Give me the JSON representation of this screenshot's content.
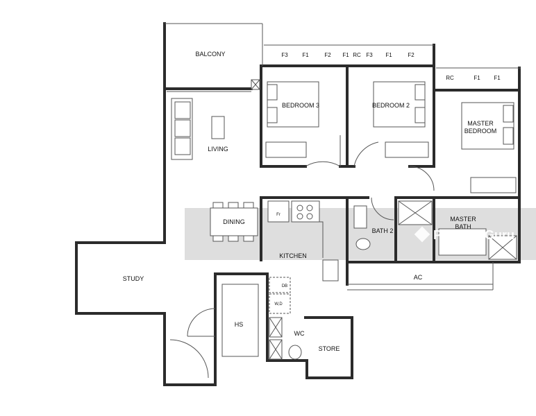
{
  "rooms": {
    "balcony": "BALCONY",
    "living": "LIVING",
    "bedroom3": "BEDROOM 3",
    "bedroom2": "BEDROOM 2",
    "master_bedroom_line1": "MASTER",
    "master_bedroom_line2": "BEDROOM",
    "dining": "DINING",
    "kitchen": "KITCHEN",
    "bath2": "BATH 2",
    "master_bath_line1": "MASTER",
    "master_bath_line2": "BATH",
    "study": "STUDY",
    "ac": "AC",
    "hs": "HS",
    "wc": "WC",
    "store": "STORE"
  },
  "equipment": {
    "fridge": "Fr",
    "db": "DB",
    "wd": "W,D"
  },
  "ceiling_labels": {
    "bedroom3": [
      "F3",
      "F1",
      "F2",
      "F1"
    ],
    "bedroom2": [
      "RC",
      "F3",
      "F1",
      "F2"
    ],
    "master": [
      "RC",
      "F1",
      "F1"
    ]
  },
  "watermark": {
    "text": "PropertyGuru"
  }
}
